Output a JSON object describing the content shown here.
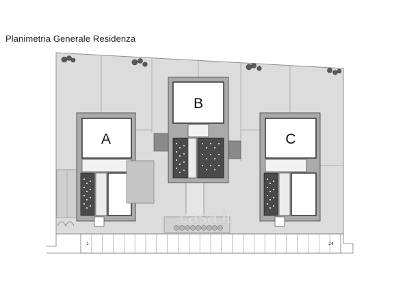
{
  "title": "Planimetria Generale Residenza",
  "buildings": [
    {
      "label": "A"
    },
    {
      "label": "B"
    },
    {
      "label": "C"
    }
  ],
  "parking": {
    "first_number": "1",
    "last_number": "24"
  },
  "watermark": "casa.it",
  "colors": {
    "lot_fill": "#dadada",
    "lot_line": "#9a9a9a",
    "building_wall": "#6d6d6d",
    "building_interior": "#ffffff",
    "stair_dark": "#4a4a4a"
  }
}
